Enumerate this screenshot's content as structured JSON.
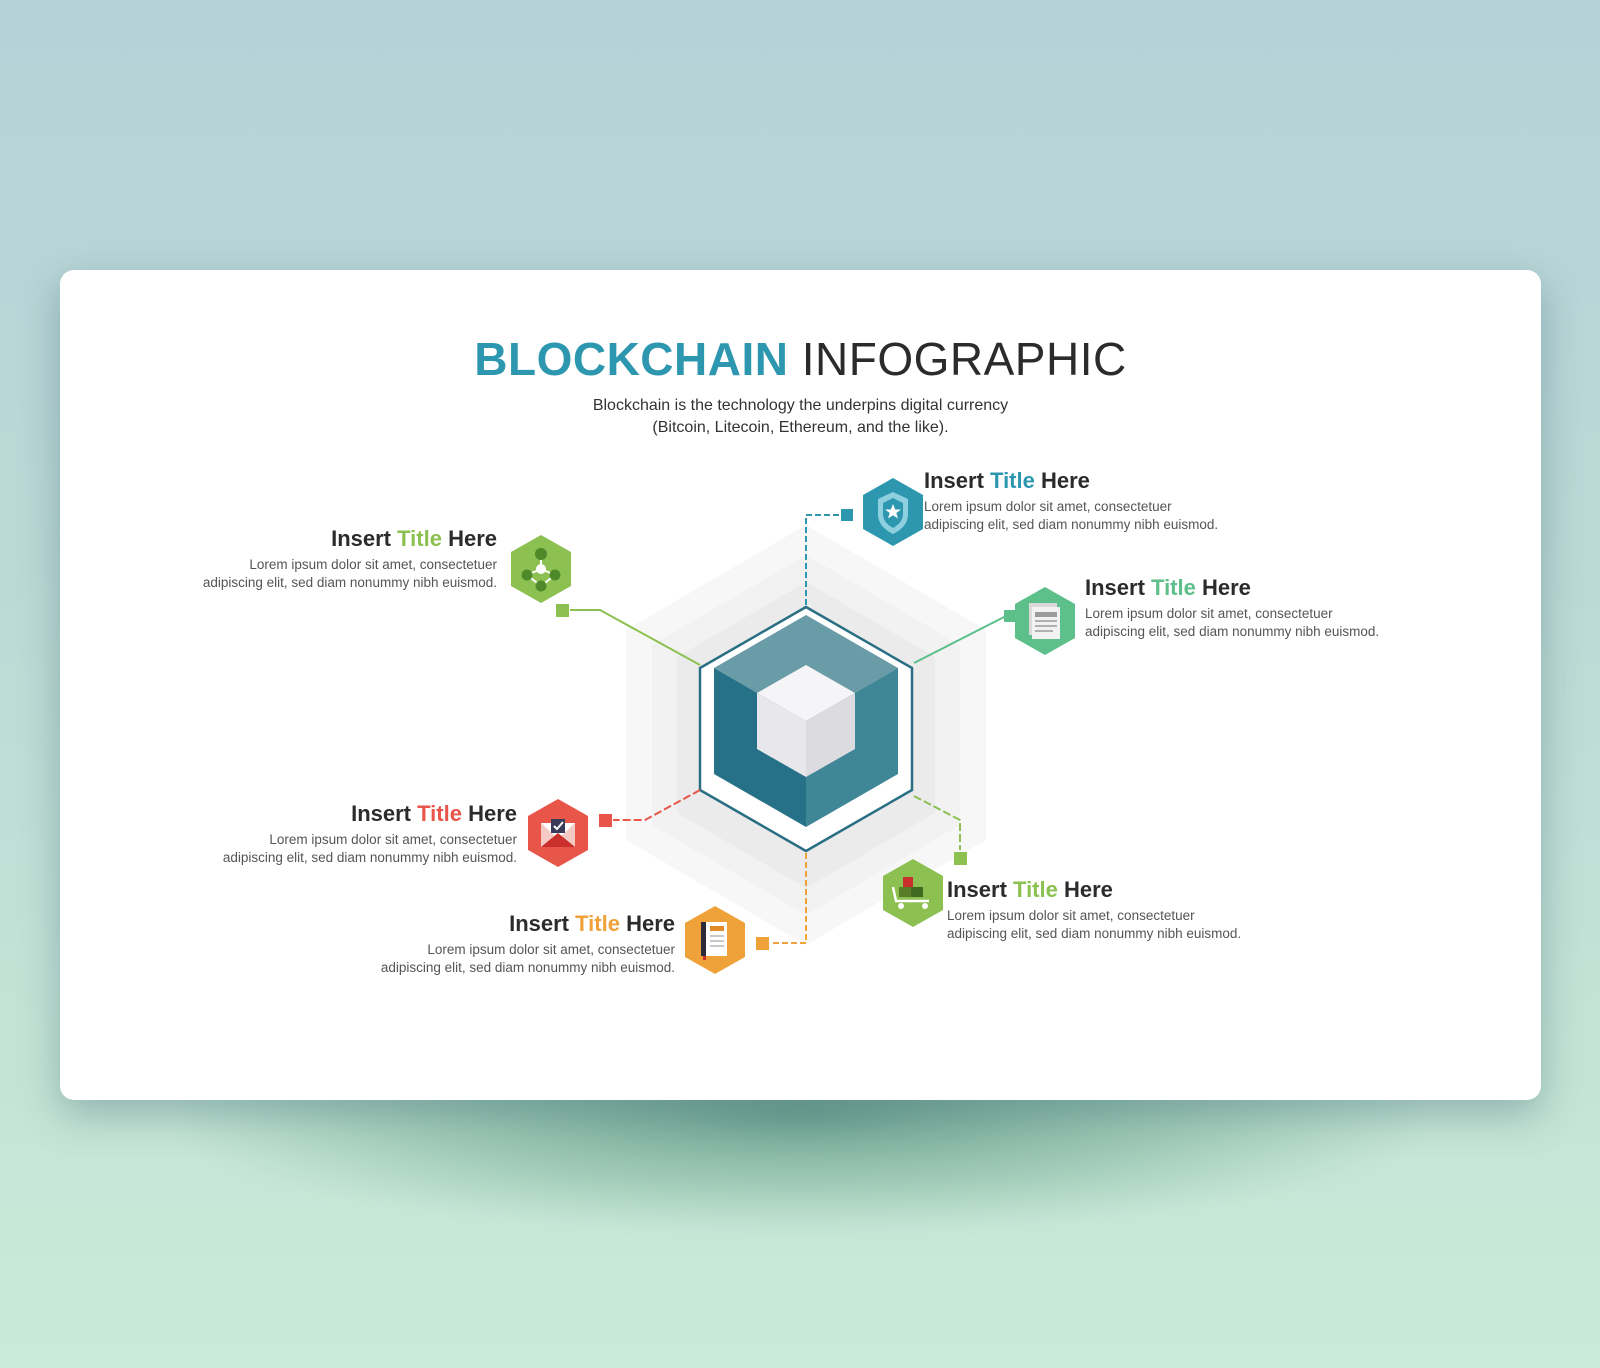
{
  "title": {
    "part1": "BLOCKCHAIN",
    "part2": "INFOGRAPHIC"
  },
  "subtitle": {
    "line1": "Blockchain is the technology the underpins digital currency",
    "line2": "(Bitcoin, Litecoin, Ethereum, and the like)."
  },
  "items": [
    {
      "pre": "Insert ",
      "word": "Title",
      "post": " Here",
      "color": "#2e97b0",
      "icon": "shield-star-icon",
      "line1": "Lorem ipsum dolor sit amet, consectetuer",
      "line2": "adipiscing elit, sed diam nonummy nibh euismod."
    },
    {
      "pre": "Insert ",
      "word": "Title",
      "post": " Here",
      "color": "#8cc152",
      "icon": "network-nodes-icon",
      "line1": "Lorem ipsum dolor sit amet, consectetuer",
      "line2": "adipiscing elit, sed diam nonummy nibh euismod."
    },
    {
      "pre": "Insert ",
      "word": "Title",
      "post": " Here",
      "color": "#5dbf8a",
      "icon": "documents-icon",
      "line1": "Lorem ipsum dolor sit amet, consectetuer",
      "line2": "adipiscing elit, sed diam nonummy nibh euismod."
    },
    {
      "pre": "Insert ",
      "word": "Title",
      "post": " Here",
      "color": "#e8564a",
      "icon": "envelope-check-icon",
      "line1": "Lorem ipsum dolor sit amet, consectetuer",
      "line2": "adipiscing elit, sed diam nonummy nibh euismod."
    },
    {
      "pre": "Insert ",
      "word": "Title",
      "post": " Here",
      "color": "#8cc152",
      "icon": "cart-icon",
      "line1": "Lorem ipsum dolor sit amet, consectetuer",
      "line2": "adipiscing elit, sed diam nonummy nibh euismod."
    },
    {
      "pre": "Insert ",
      "word": "Title",
      "post": " Here",
      "color": "#f0a23a",
      "icon": "book-icon",
      "line1": "Lorem ipsum dolor sit amet, consectetuer",
      "line2": "adipiscing elit, sed diam nonummy nibh euismod."
    }
  ],
  "colors": {
    "cube_dark": "#267088",
    "cube_mid": "#3f8797",
    "cube_top": "#6a9ca7",
    "outline": "#2a6f84"
  }
}
